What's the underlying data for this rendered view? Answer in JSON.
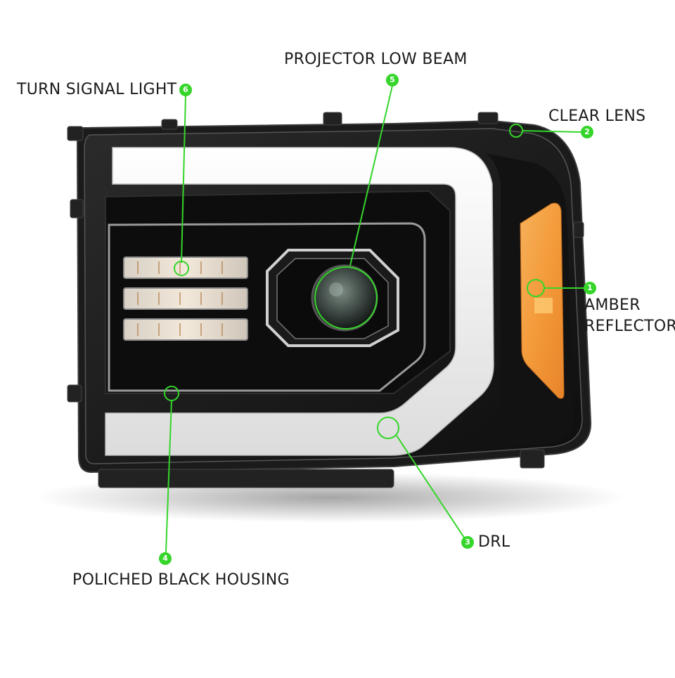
{
  "callouts": [
    {
      "number": "1",
      "label": "AMBER\nREFLECTOR"
    },
    {
      "number": "2",
      "label": "CLEAR LENS"
    },
    {
      "number": "3",
      "label": "DRL"
    },
    {
      "number": "4",
      "label": "POLICHED BLACK HOUSING"
    },
    {
      "number": "5",
      "label": "PROJECTOR LOW BEAM"
    },
    {
      "number": "6",
      "label": "TURN SIGNAL LIGHT"
    }
  ],
  "colors": {
    "callout_green": "#35d52a",
    "housing_black": "#141414",
    "drl_white": "#f2f2f2",
    "amber": "#f39a3a"
  }
}
